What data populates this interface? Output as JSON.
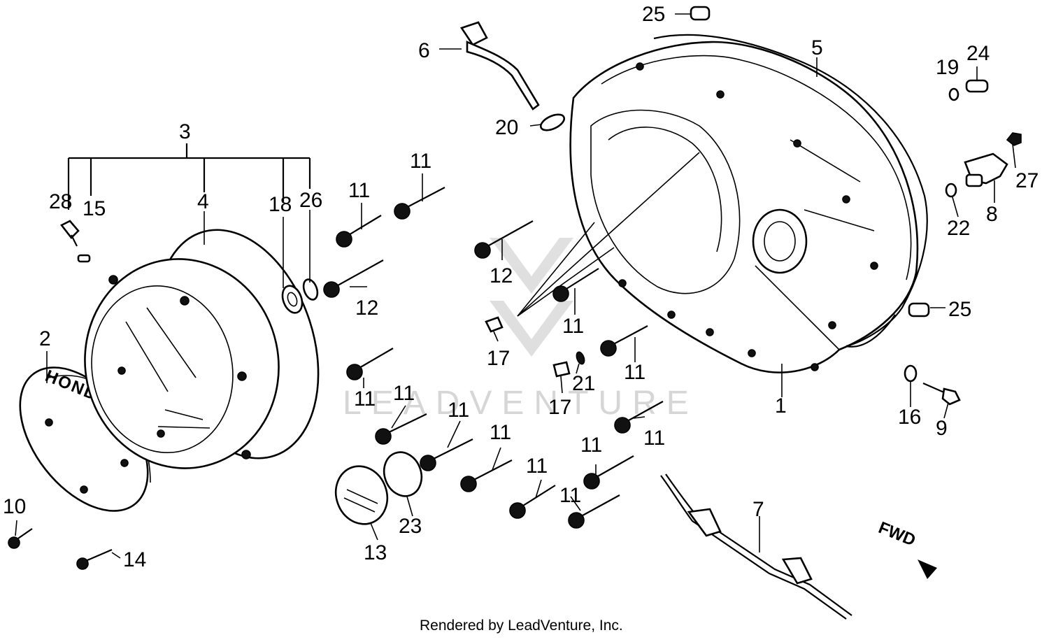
{
  "diagram": {
    "callouts": [
      {
        "id": "label-1",
        "text": "1"
      },
      {
        "id": "label-2",
        "text": "2"
      },
      {
        "id": "label-3",
        "text": "3"
      },
      {
        "id": "label-4",
        "text": "4"
      },
      {
        "id": "label-5",
        "text": "5"
      },
      {
        "id": "label-6",
        "text": "6"
      },
      {
        "id": "label-7",
        "text": "7"
      },
      {
        "id": "label-8",
        "text": "8"
      },
      {
        "id": "label-9",
        "text": "9"
      },
      {
        "id": "label-10",
        "text": "10"
      },
      {
        "id": "label-11a",
        "text": "11"
      },
      {
        "id": "label-11b",
        "text": "11"
      },
      {
        "id": "label-11c",
        "text": "11"
      },
      {
        "id": "label-11d",
        "text": "11"
      },
      {
        "id": "label-11e",
        "text": "11"
      },
      {
        "id": "label-11f",
        "text": "11"
      },
      {
        "id": "label-11g",
        "text": "11"
      },
      {
        "id": "label-11h",
        "text": "11"
      },
      {
        "id": "label-11i",
        "text": "11"
      },
      {
        "id": "label-11j",
        "text": "11"
      },
      {
        "id": "label-11k",
        "text": "11"
      },
      {
        "id": "label-11l",
        "text": "11"
      },
      {
        "id": "label-12a",
        "text": "12"
      },
      {
        "id": "label-12b",
        "text": "12"
      },
      {
        "id": "label-13",
        "text": "13"
      },
      {
        "id": "label-14",
        "text": "14"
      },
      {
        "id": "label-15",
        "text": "15"
      },
      {
        "id": "label-16",
        "text": "16"
      },
      {
        "id": "label-17a",
        "text": "17"
      },
      {
        "id": "label-17b",
        "text": "17"
      },
      {
        "id": "label-18",
        "text": "18"
      },
      {
        "id": "label-19",
        "text": "19"
      },
      {
        "id": "label-20",
        "text": "20"
      },
      {
        "id": "label-21",
        "text": "21"
      },
      {
        "id": "label-22",
        "text": "22"
      },
      {
        "id": "label-23",
        "text": "23"
      },
      {
        "id": "label-24",
        "text": "24"
      },
      {
        "id": "label-25a",
        "text": "25"
      },
      {
        "id": "label-25b",
        "text": "25"
      },
      {
        "id": "label-26",
        "text": "26"
      },
      {
        "id": "label-27",
        "text": "27"
      },
      {
        "id": "label-28",
        "text": "28"
      }
    ],
    "brand_marking": "HONDA",
    "direction_marker": "FWD",
    "watermark": "LEADVENTURE",
    "credit": "Rendered by LeadVenture, Inc."
  }
}
